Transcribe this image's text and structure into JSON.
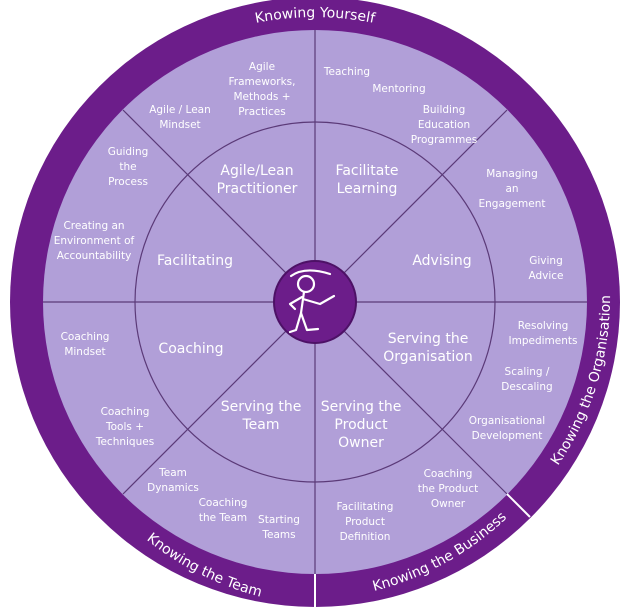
{
  "colors": {
    "outer_ring": "#6c1d8a",
    "ring_dark": "#4d1166",
    "inner_fill": "#b19fd8",
    "line": "#5b3a78",
    "center_fill": "#6c1d8a"
  },
  "ring_labels": {
    "top": "Knowing Yourself",
    "right": "Knowing the Organisation",
    "bottom_right": "Knowing the Business",
    "bottom_left": "Knowing the Team"
  },
  "roles": {
    "practitioner": [
      "Agile/Lean",
      "Practitioner"
    ],
    "learning": [
      "Facilitate",
      "Learning"
    ],
    "advising": [
      "Advising"
    ],
    "organisation": [
      "Serving the",
      "Organisation"
    ],
    "product_owner": [
      "Serving the",
      "Product",
      "Owner"
    ],
    "team": [
      "Serving the",
      "Team"
    ],
    "coaching": [
      "Coaching"
    ],
    "facilitating": [
      "Facilitating"
    ]
  },
  "skills": {
    "lean_mindset": [
      "Agile / Lean",
      "Mindset"
    ],
    "frameworks": [
      "Agile",
      "Frameworks,",
      "Methods +",
      "Practices"
    ],
    "teaching": [
      "Teaching"
    ],
    "mentoring": [
      "Mentoring"
    ],
    "education": [
      "Building",
      "Education",
      "Programmes"
    ],
    "engagement": [
      "Managing",
      "an",
      "Engagement"
    ],
    "giving_advice": [
      "Giving",
      "Advice"
    ],
    "impediments": [
      "Resolving",
      "Impediments"
    ],
    "scaling": [
      "Scaling /",
      "Descaling"
    ],
    "org_dev": [
      "Organisational",
      "Development"
    ],
    "coaching_po": [
      "Coaching",
      "the Product",
      "Owner"
    ],
    "po_definition": [
      "Facilitating",
      "Product",
      "Definition"
    ],
    "starting_teams": [
      "Starting",
      "Teams"
    ],
    "coaching_team": [
      "Coaching",
      "the Team"
    ],
    "team_dynamics": [
      "Team",
      "Dynamics"
    ],
    "coaching_tools": [
      "Coaching",
      "Tools +",
      "Techniques"
    ],
    "coaching_mindset": [
      "Coaching",
      "Mindset"
    ],
    "accountability": [
      "Creating an",
      "Environment of",
      "Accountability"
    ],
    "guiding": [
      "Guiding",
      "the",
      "Process"
    ]
  }
}
